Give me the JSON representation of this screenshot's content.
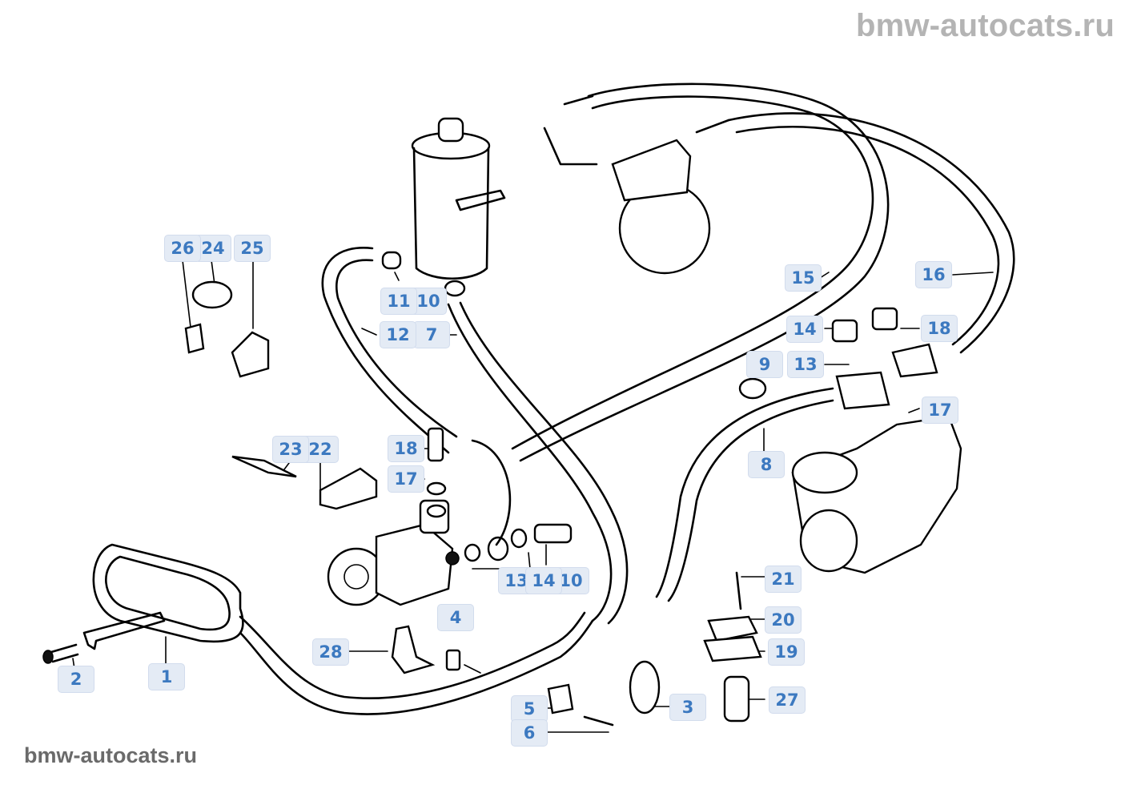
{
  "watermarks": {
    "top": "bmw-autocats.ru",
    "bottom": "bmw-autocats.ru"
  },
  "colors": {
    "callout_bg": "#e4ebf5",
    "callout_text": "#3c79c0",
    "watermark_top": "#b4b4b4",
    "watermark_bottom": "#6a6a6a",
    "line": "#000000"
  },
  "diagram": {
    "type": "exploded parts diagram",
    "subject": "power steering hydraulic system (pump, reservoir, steering box, hoses, accumulator, cooler)",
    "callouts": [
      {
        "id": "c1",
        "label": "1"
      },
      {
        "id": "c2",
        "label": "2"
      },
      {
        "id": "c3",
        "label": "3"
      },
      {
        "id": "c4",
        "label": "4"
      },
      {
        "id": "c5",
        "label": "5"
      },
      {
        "id": "c6",
        "label": "6"
      },
      {
        "id": "c7",
        "label": "7"
      },
      {
        "id": "c8",
        "label": "8"
      },
      {
        "id": "c9",
        "label": "9"
      },
      {
        "id": "c10a",
        "label": "10"
      },
      {
        "id": "c10b",
        "label": "10"
      },
      {
        "id": "c11",
        "label": "11"
      },
      {
        "id": "c12",
        "label": "12"
      },
      {
        "id": "c13a",
        "label": "13"
      },
      {
        "id": "c13b",
        "label": "13"
      },
      {
        "id": "c14a",
        "label": "14"
      },
      {
        "id": "c14b",
        "label": "14"
      },
      {
        "id": "c15",
        "label": "15"
      },
      {
        "id": "c16",
        "label": "16"
      },
      {
        "id": "c17a",
        "label": "17"
      },
      {
        "id": "c17b",
        "label": "17"
      },
      {
        "id": "c18a",
        "label": "18"
      },
      {
        "id": "c18b",
        "label": "18"
      },
      {
        "id": "c19",
        "label": "19"
      },
      {
        "id": "c20",
        "label": "20"
      },
      {
        "id": "c21",
        "label": "21"
      },
      {
        "id": "c22",
        "label": "22"
      },
      {
        "id": "c23",
        "label": "23"
      },
      {
        "id": "c24",
        "label": "24"
      },
      {
        "id": "c25",
        "label": "25"
      },
      {
        "id": "c26",
        "label": "26"
      },
      {
        "id": "c27",
        "label": "27"
      },
      {
        "id": "c28",
        "label": "28"
      }
    ]
  }
}
